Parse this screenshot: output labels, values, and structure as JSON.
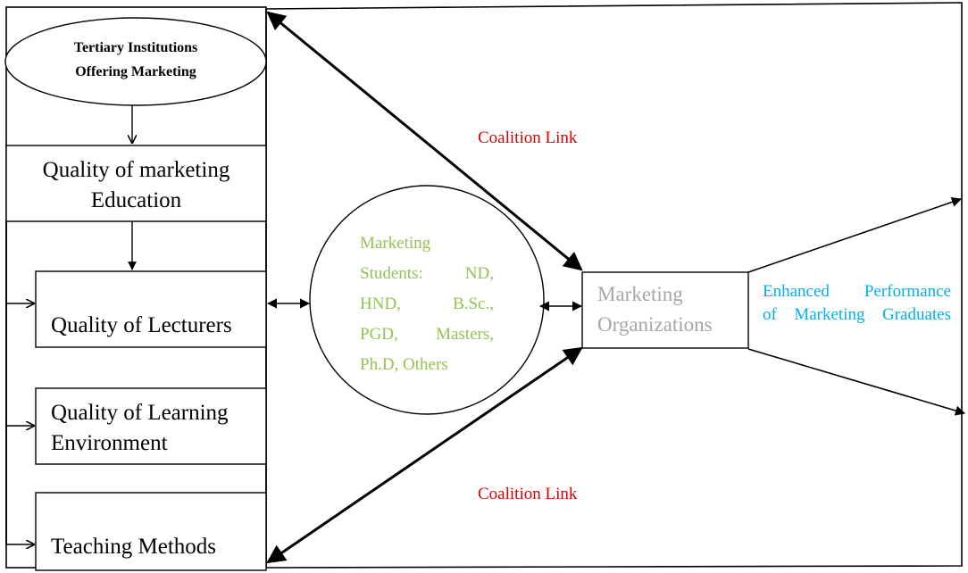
{
  "oval": {
    "line1": "Tertiary  Institutions",
    "line2": "Offering Marketing"
  },
  "boxes": {
    "quality_education": [
      "Quality of marketing",
      "Education"
    ],
    "lecturers": [
      "Quality of Lecturers"
    ],
    "learning_env": [
      "Quality of Learning",
      "Environment"
    ],
    "teaching": [
      "Teaching Methods"
    ]
  },
  "coalition_link_top": "Coalition Link",
  "coalition_link_bottom": "Coalition Link",
  "students": {
    "l1": "Marketing",
    "l2a": "Students:",
    "l2b": "ND,",
    "l3a": "HND,",
    "l3b": "B.Sc.,",
    "l4a": "PGD,",
    "l4b": "Masters,",
    "l5": "Ph.D, Others"
  },
  "organizations": [
    "Marketing",
    "Organizations"
  ],
  "outcome": [
    "Enhanced  Performance",
    "of Marketing Graduates"
  ],
  "colors": {
    "link": "#e00000",
    "students": "#92c353",
    "organizations": "#a6a6a6",
    "outcome": "#00b0f0"
  }
}
